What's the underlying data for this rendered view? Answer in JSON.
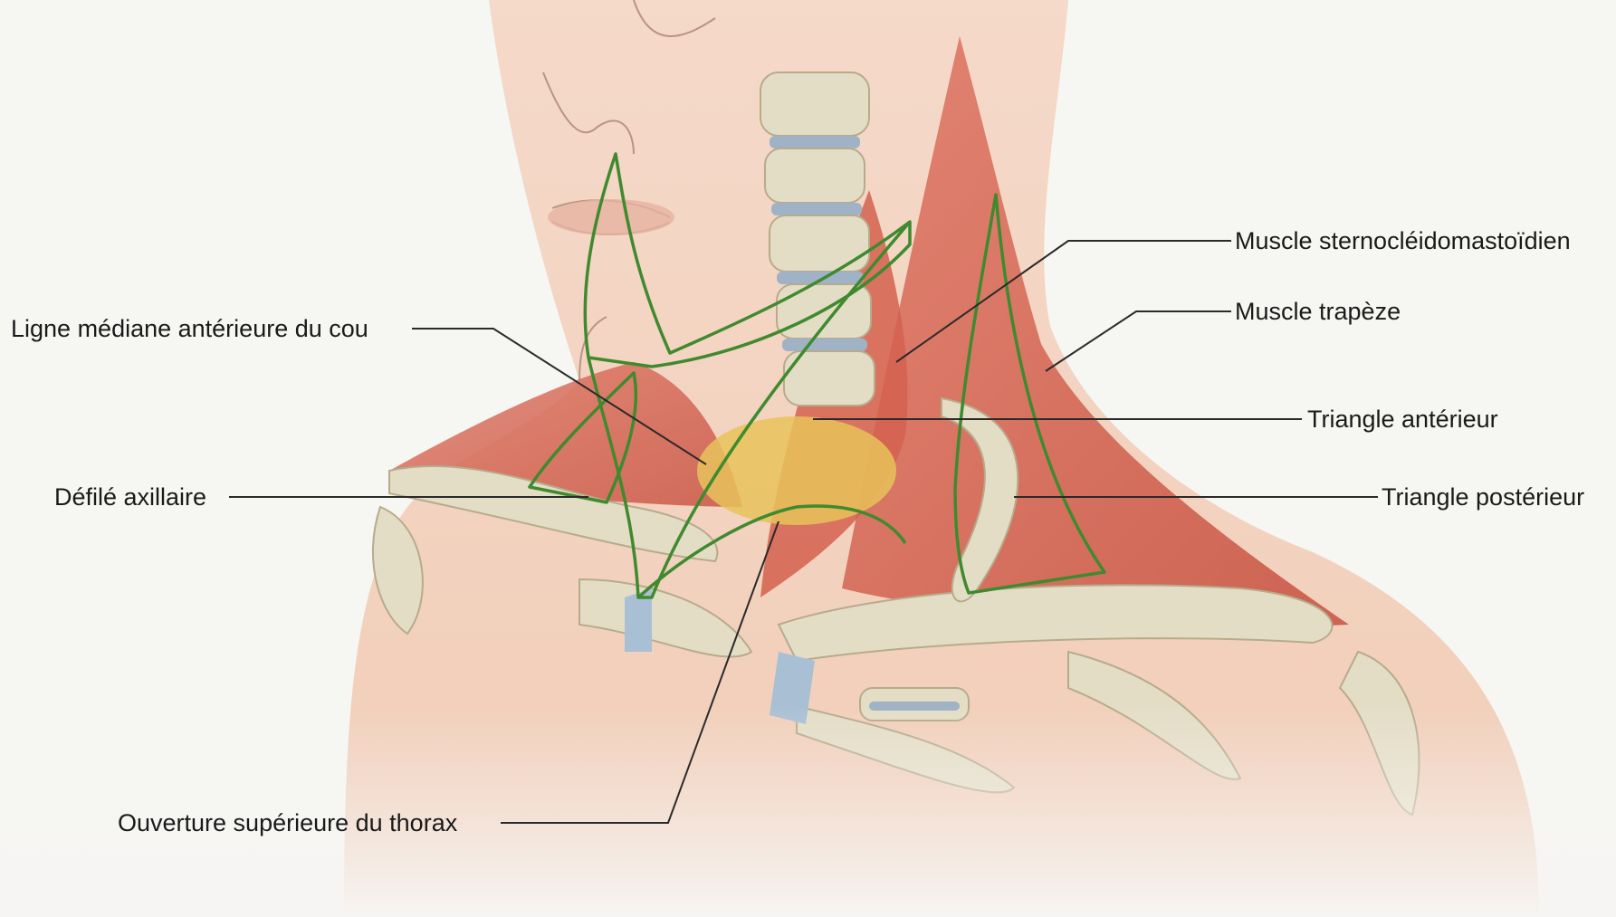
{
  "labels": {
    "scm": "Muscle sternocléidomastoïdien",
    "trapeze": "Muscle trapèze",
    "midline": "Ligne médiane antérieure du cou",
    "anterior_triangle": "Triangle antérieur",
    "axillary_inlet": "Défilé axillaire",
    "posterior_triangle": "Triangle postérieur",
    "thoracic_inlet": "Ouverture supérieure du thorax"
  },
  "colors": {
    "background": "#f6f5f3",
    "skin": "#f2c9b4",
    "muscle": "#d9695a",
    "bone": "#e4ddc6",
    "disc": "#9fb2c6",
    "outline": "#3f8a2e",
    "thyroid": "#e8c25a",
    "leader": "#2a2a2a"
  }
}
